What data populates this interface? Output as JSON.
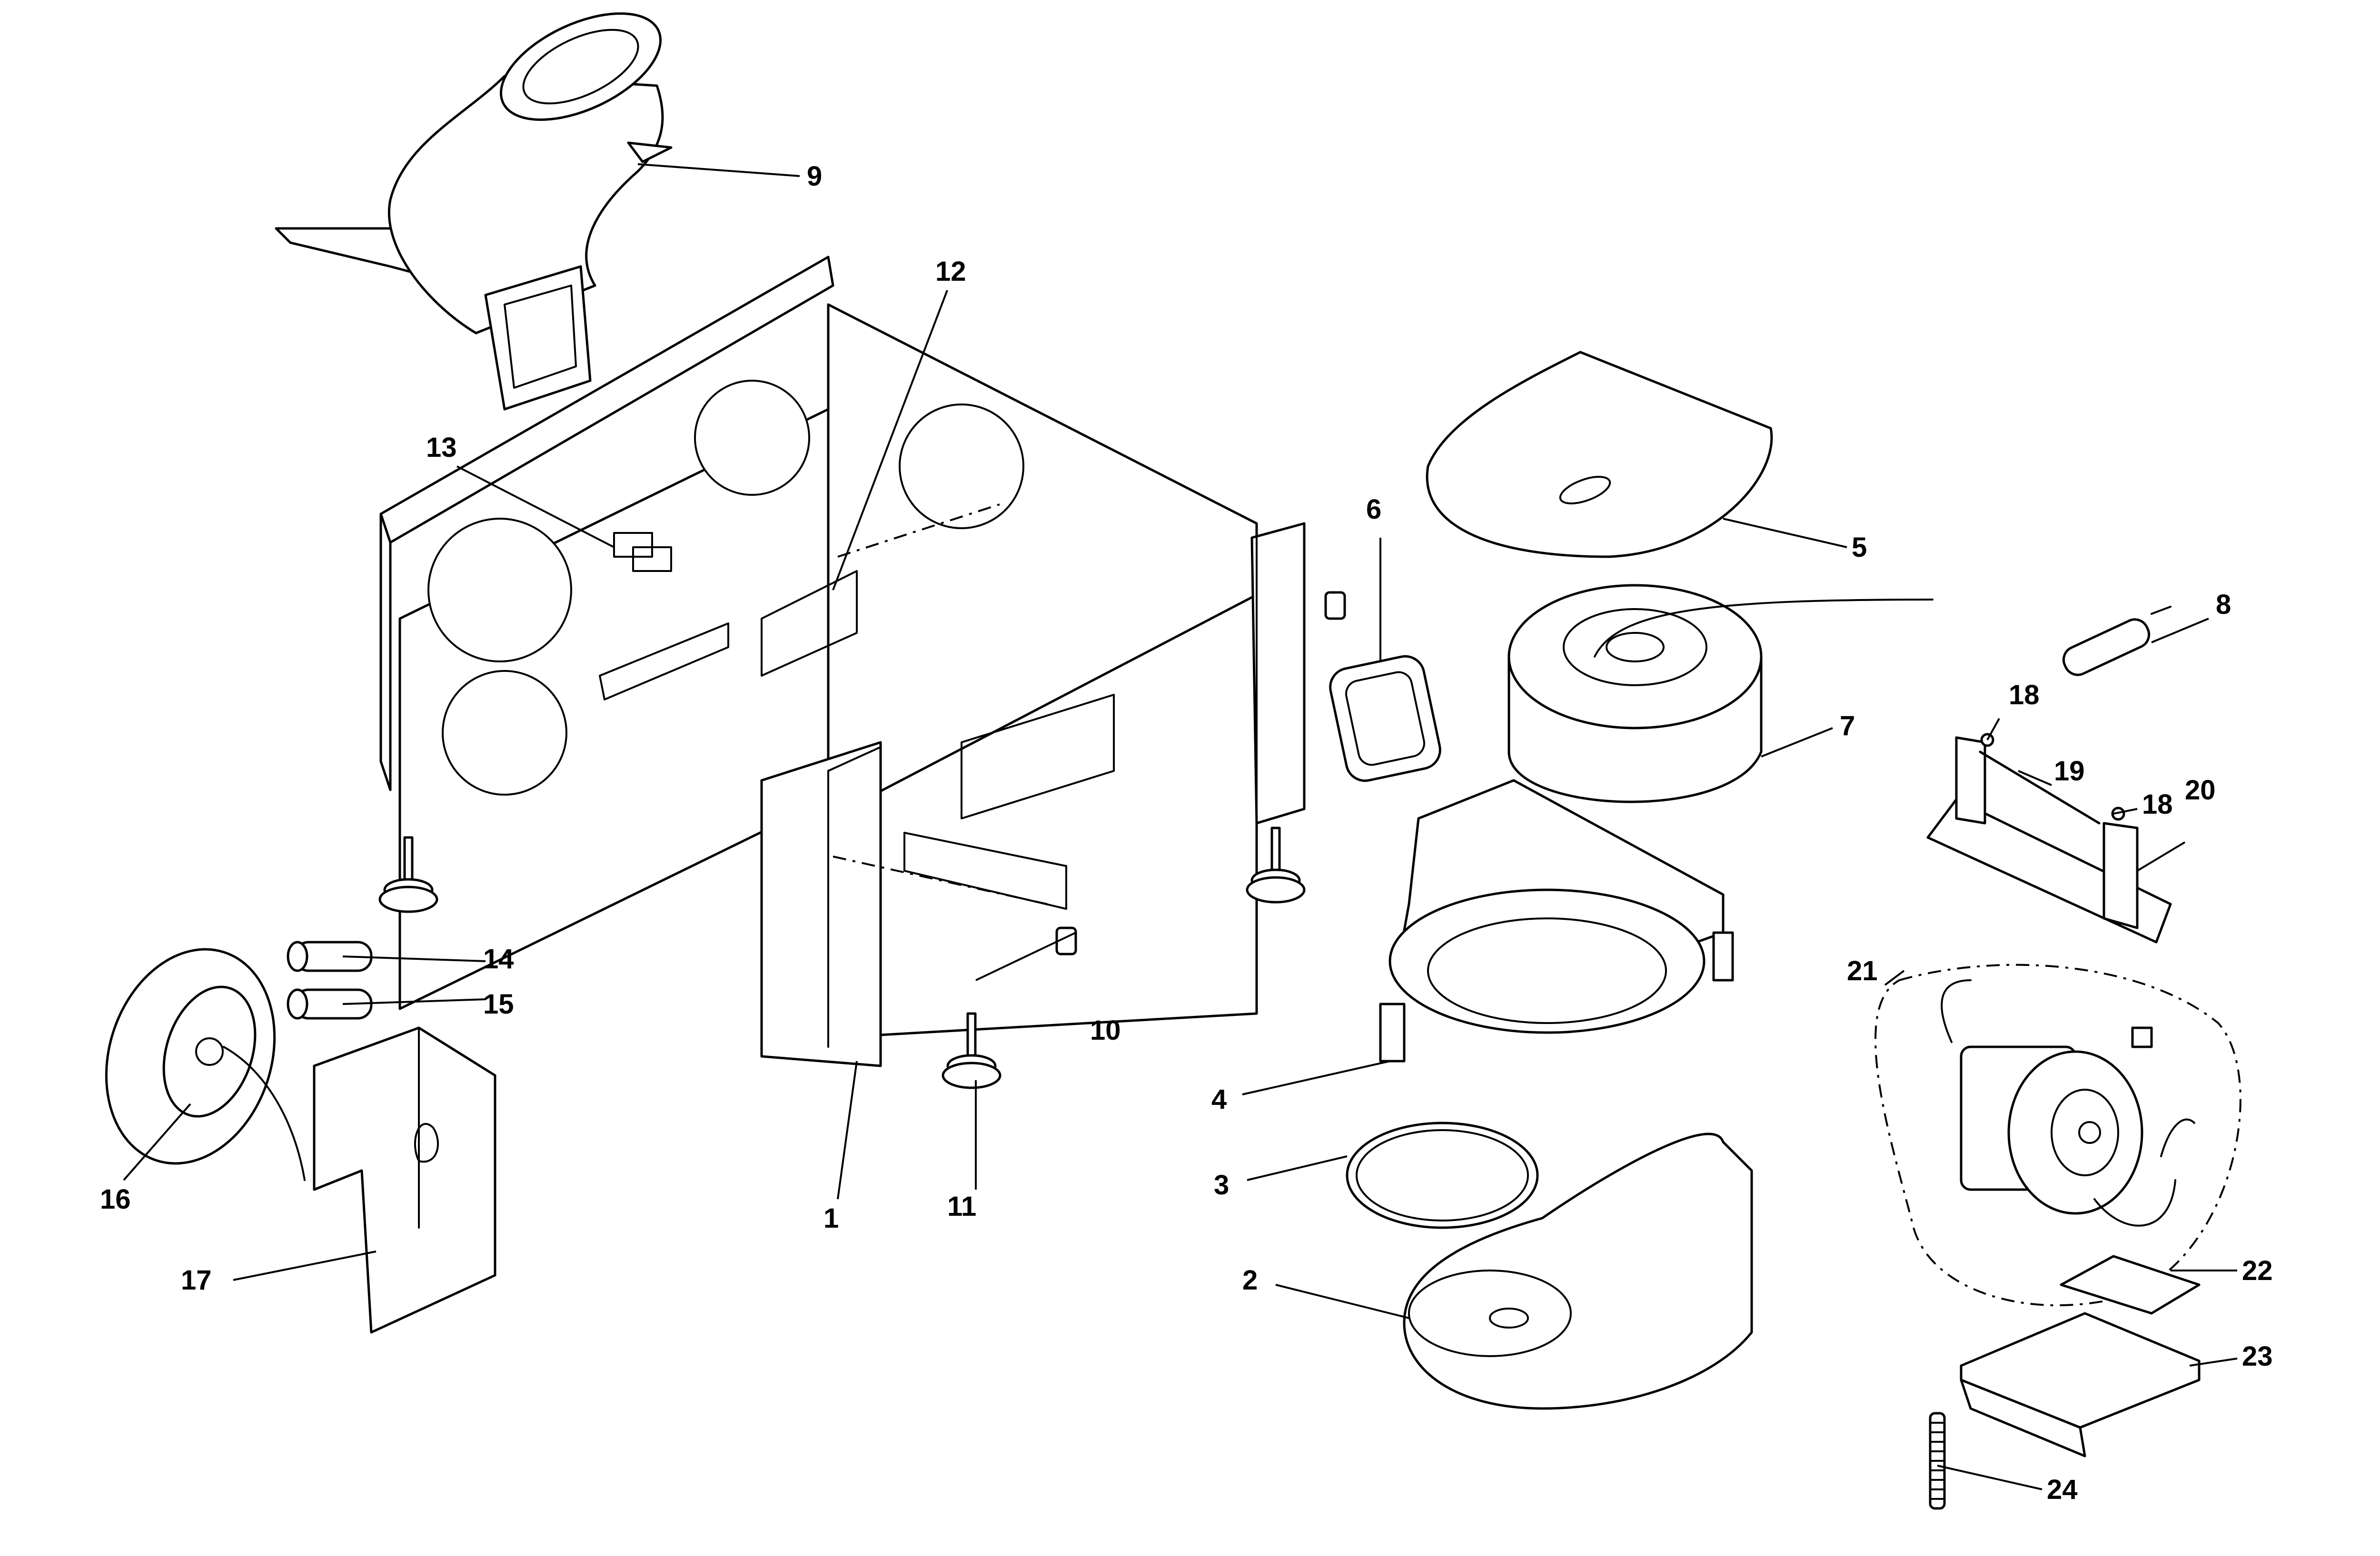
{
  "callouts": [
    {
      "id": "1",
      "text": "1"
    },
    {
      "id": "2",
      "text": "2"
    },
    {
      "id": "3",
      "text": "3"
    },
    {
      "id": "4",
      "text": "4"
    },
    {
      "id": "5",
      "text": "5"
    },
    {
      "id": "6",
      "text": "6"
    },
    {
      "id": "7",
      "text": "7"
    },
    {
      "id": "8",
      "text": "8"
    },
    {
      "id": "9",
      "text": "9"
    },
    {
      "id": "10",
      "text": "10"
    },
    {
      "id": "11",
      "text": "11"
    },
    {
      "id": "12",
      "text": "12"
    },
    {
      "id": "13",
      "text": "13"
    },
    {
      "id": "14",
      "text": "14"
    },
    {
      "id": "15",
      "text": "15"
    },
    {
      "id": "16",
      "text": "16"
    },
    {
      "id": "17",
      "text": "17"
    },
    {
      "id": "18a",
      "text": "18"
    },
    {
      "id": "18b",
      "text": "18"
    },
    {
      "id": "19",
      "text": "19"
    },
    {
      "id": "20",
      "text": "20"
    },
    {
      "id": "21",
      "text": "21"
    },
    {
      "id": "22",
      "text": "22"
    },
    {
      "id": "23",
      "text": "23"
    },
    {
      "id": "24",
      "text": "24"
    }
  ]
}
